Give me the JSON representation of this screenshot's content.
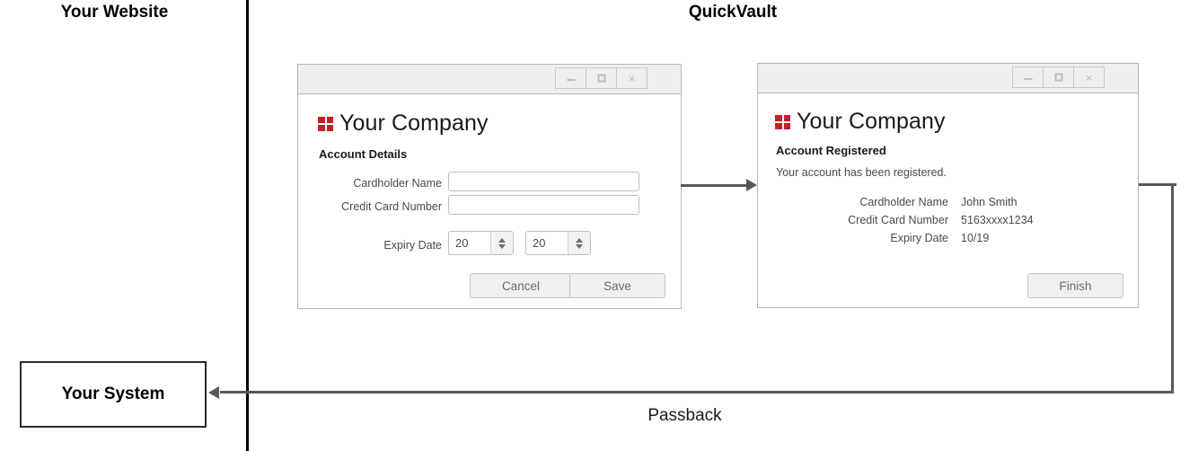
{
  "diagram": {
    "zones": {
      "left_title": "Your Website",
      "right_title": "QuickVault"
    },
    "system_box": {
      "label": "Your System"
    },
    "passback_label": "Passback"
  },
  "window_controls": {
    "minimize": "minimize-button",
    "maximize": "maximize-button",
    "close": "×"
  },
  "brand": {
    "name": "Your Company",
    "logo_color": "#c32026"
  },
  "entry_window": {
    "section_heading": "Account Details",
    "fields": [
      {
        "label": "Cardholder Name",
        "value": "",
        "placeholder": ""
      },
      {
        "label": "Credit Card Number",
        "value": "",
        "placeholder": ""
      }
    ],
    "expiry": {
      "label": "Expiry Date",
      "month_value": "20",
      "year_value": "20"
    },
    "buttons": {
      "cancel": "Cancel",
      "save": "Save"
    }
  },
  "confirm_window": {
    "section_heading": "Account Registered",
    "message": "Your account has been registered.",
    "summary": [
      {
        "label": "Cardholder Name",
        "value": "John Smith"
      },
      {
        "label": "Credit Card Number",
        "value": "5163xxxx1234"
      },
      {
        "label": "Expiry Date",
        "value": "10/19"
      }
    ],
    "buttons": {
      "finish": "Finish"
    }
  }
}
